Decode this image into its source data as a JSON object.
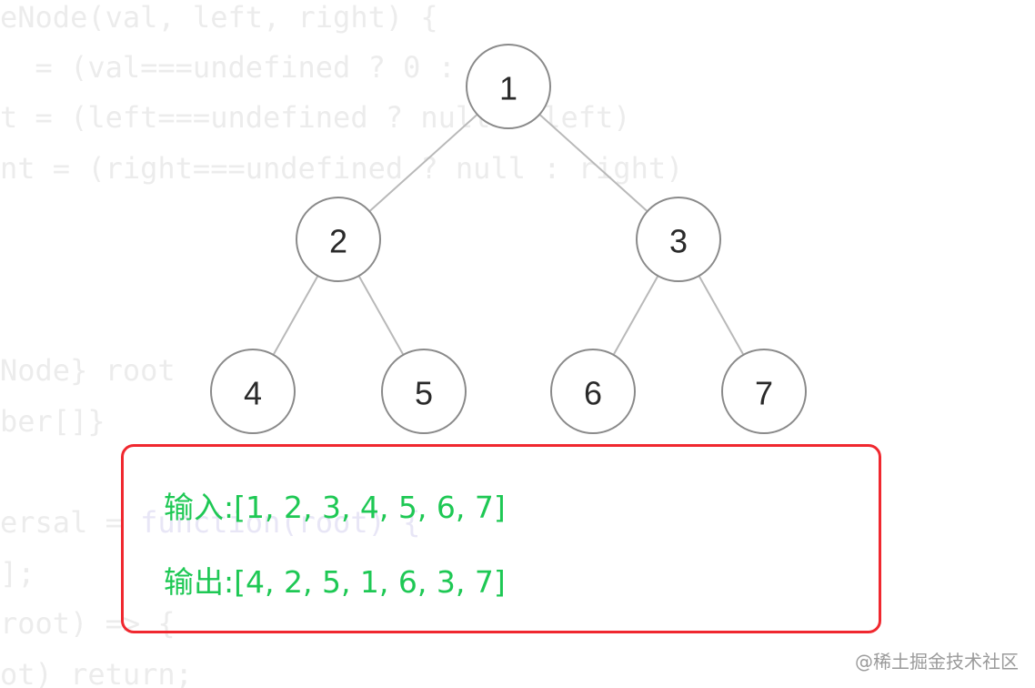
{
  "background_code": [
    {
      "pre": "eNode(val, left, right) {",
      "kw": ""
    },
    {
      "pre": "  = (val===undefined ? 0 : val)",
      "kw": ""
    },
    {
      "pre": "t = (left===undefined ? null : left)",
      "kw": ""
    },
    {
      "pre": "nt = (right===undefined ? null : right)",
      "kw": ""
    },
    {
      "pre": "Node} root",
      "kw": ""
    },
    {
      "pre": "ber[]}",
      "kw": ""
    },
    {
      "pre": "ersal = ",
      "kw": "function(root) {"
    },
    {
      "pre": "];",
      "kw": ""
    },
    {
      "pre": "root) => {",
      "kw": ""
    },
    {
      "pre": "ot) return;",
      "kw": ""
    }
  ],
  "tree": {
    "nodes": [
      {
        "id": "n1",
        "label": "1"
      },
      {
        "id": "n2",
        "label": "2"
      },
      {
        "id": "n3",
        "label": "3"
      },
      {
        "id": "n4",
        "label": "4"
      },
      {
        "id": "n5",
        "label": "5"
      },
      {
        "id": "n6",
        "label": "6"
      },
      {
        "id": "n7",
        "label": "7"
      }
    ],
    "edges": [
      [
        "n1",
        "n2"
      ],
      [
        "n1",
        "n3"
      ],
      [
        "n2",
        "n4"
      ],
      [
        "n2",
        "n5"
      ],
      [
        "n3",
        "n6"
      ],
      [
        "n3",
        "n7"
      ]
    ]
  },
  "result": {
    "input_text": "输入:[1, 2, 3, 4, 5, 6, 7]",
    "output_text": "输出:[4, 2, 5, 1, 6, 3, 7]"
  },
  "watermark": "@稀土掘金技术社区",
  "colors": {
    "result_text": "#1ec854",
    "box_border": "#f0282f",
    "node_stroke": "#8a8a8a",
    "edge": "#b9b9b9",
    "code_faded": "#ececec"
  }
}
